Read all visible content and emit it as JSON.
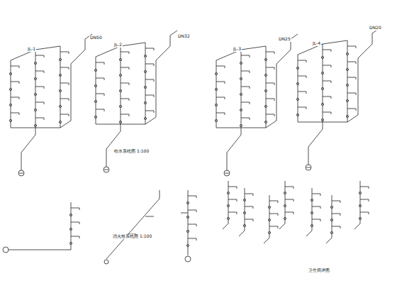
{
  "diagram": {
    "labels": [
      "JL-1",
      "JL-2",
      "JL-3",
      "JL-4",
      "DN50",
      "DN32",
      "DN25",
      "DN20",
      "给水系统图 1:100",
      "消火栓系统图 1:100",
      "卫生间详图"
    ]
  }
}
